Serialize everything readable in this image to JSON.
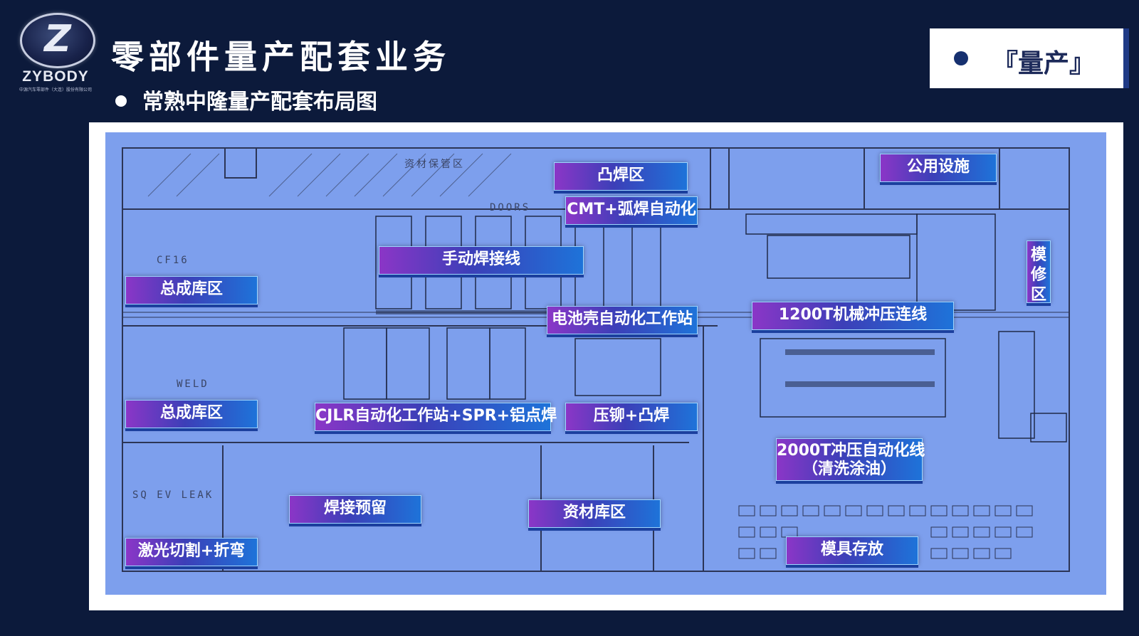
{
  "logo": {
    "name": "ZYBODY",
    "subtext": "中源汽车零部件（大连）股份有限公司"
  },
  "header": {
    "title": "零部件量产配套业务",
    "subtitle": "常熟中隆量产配套布局图"
  },
  "tag": {
    "label": "『量产』"
  },
  "plan_text": {
    "storage": "资材保管区",
    "doors": "DOORS",
    "cf16": "CF16",
    "weld": "WELD",
    "leak": "SQ EV LEAK"
  },
  "zones": [
    {
      "id": "assembly-storage-1",
      "label": "总成库区"
    },
    {
      "id": "assembly-storage-2",
      "label": "总成库区"
    },
    {
      "id": "laser-cut",
      "label": "激光切割+折弯"
    },
    {
      "id": "manual-weld",
      "label": "手动焊接线"
    },
    {
      "id": "projection-weld",
      "label": "凸焊区"
    },
    {
      "id": "cmt-arc-weld",
      "label": "CMT+弧焊自动化"
    },
    {
      "id": "battery-station",
      "label": "电池壳自动化工作站"
    },
    {
      "id": "cjlr-station",
      "label": "CJLR自动化工作站+SPR+铝点焊"
    },
    {
      "id": "rivet-weld",
      "label": "压铆+凸焊"
    },
    {
      "id": "weld-reserve",
      "label": "焊接预留"
    },
    {
      "id": "material-storage",
      "label": "资材库区"
    },
    {
      "id": "utilities",
      "label": "公用设施"
    },
    {
      "id": "press-1200t",
      "label": "1200T机械冲压连线"
    },
    {
      "id": "press-2000t-l1",
      "label": "2000T冲压自动化线"
    },
    {
      "id": "press-2000t-l2",
      "label": "（清洗涂油）"
    },
    {
      "id": "mold-repair",
      "label": "模修区"
    },
    {
      "id": "mold-storage",
      "label": "模具存放"
    }
  ],
  "colors": {
    "background": "#0c1a3b",
    "plan": "#7d9fed",
    "label_start": "#8b36c7",
    "label_end": "#1e73d9"
  }
}
